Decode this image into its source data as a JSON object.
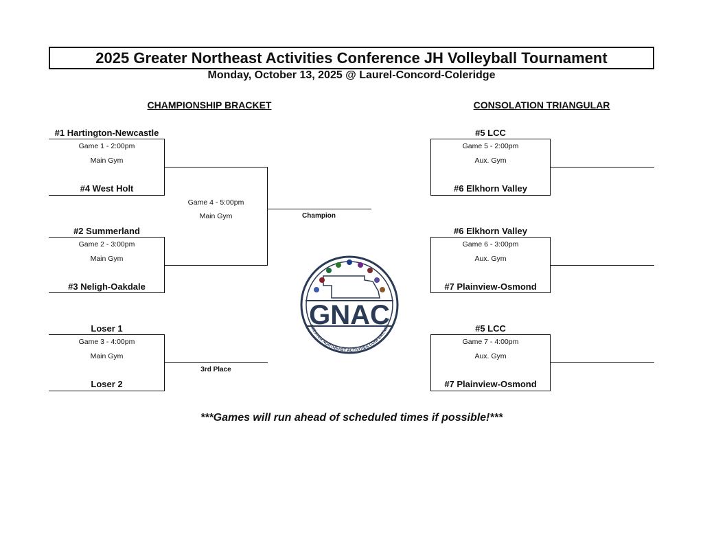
{
  "header": {
    "title": "2025 Greater Northeast Activities Conference JH Volleyball Tournament",
    "subtitle": "Monday, October 13, 2025 @ Laurel-Concord-Coleridge"
  },
  "championship": {
    "heading": "CHAMPIONSHIP BRACKET",
    "game1": {
      "team_top": "#1 Hartington-Newcastle",
      "time": "Game 1 - 2:00pm",
      "venue": "Main Gym",
      "team_bottom": "#4 West Holt"
    },
    "game2": {
      "team_top": "#2 Summerland",
      "time": "Game 2 - 3:00pm",
      "venue": "Main Gym",
      "team_bottom": "#3 Neligh-Oakdale"
    },
    "game3": {
      "team_top": "Loser 1",
      "time": "Game 3 - 4:00pm",
      "venue": "Main Gym",
      "team_bottom": "Loser 2"
    },
    "game4": {
      "time": "Game 4 - 5:00pm",
      "venue": "Main Gym"
    },
    "champion_label": "Champion",
    "third_place_label": "3rd Place"
  },
  "consolation": {
    "heading": "CONSOLATION TRIANGULAR",
    "game5": {
      "team_top": "#5 LCC",
      "time": "Game 5 - 2:00pm",
      "venue": "Aux. Gym",
      "team_bottom": "#6 Elkhorn Valley"
    },
    "game6": {
      "team_top": "#6 Elkhorn Valley",
      "time": "Game 6 - 3:00pm",
      "venue": "Aux. Gym",
      "team_bottom": "#7 Plainview-Osmond"
    },
    "game7": {
      "team_top": "#5 LCC",
      "time": "Game 7 - 4:00pm",
      "venue": "Aux. Gym",
      "team_bottom": "#7 Plainview-Osmond"
    }
  },
  "logo": {
    "main_text": "GNAC",
    "ring_text": "GREATER NORTHEAST ACTIVITIES CONFERENCE",
    "color": "#2b3a55"
  },
  "footer": {
    "note": "***Games will run ahead of scheduled times if possible!***"
  }
}
